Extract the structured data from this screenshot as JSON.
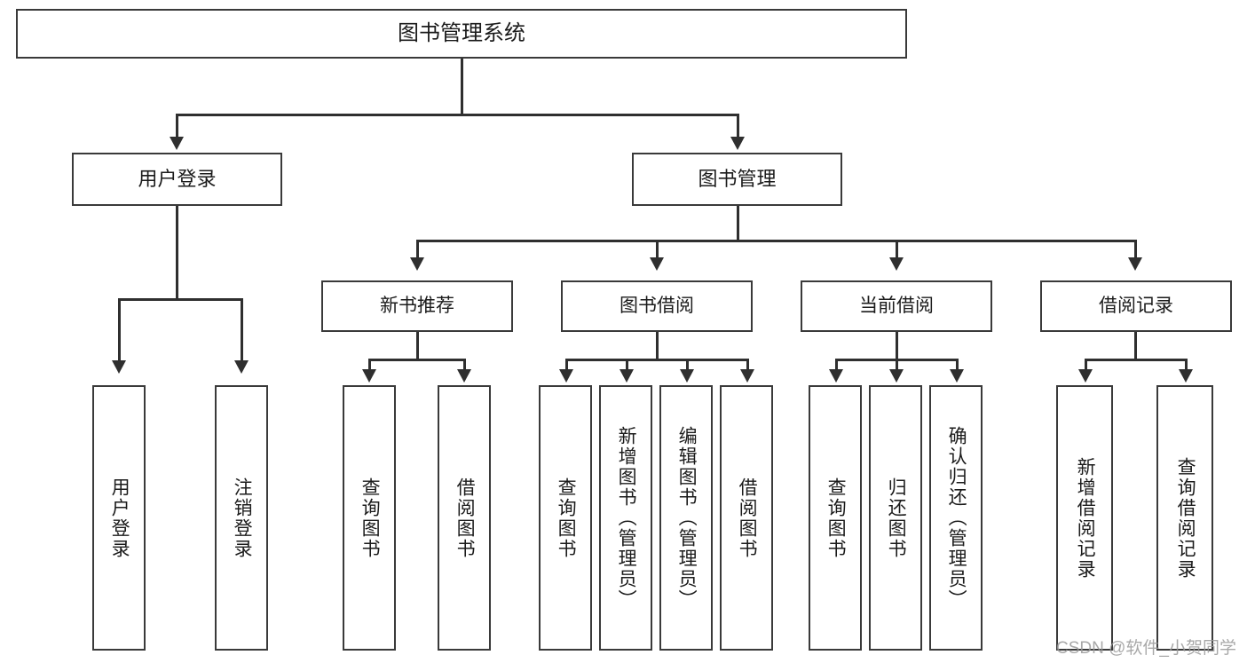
{
  "diagram": {
    "type": "tree",
    "title": "图书管理系统",
    "root": {
      "label": "图书管理系统"
    },
    "level2": [
      {
        "label": "用户登录"
      },
      {
        "label": "图书管理"
      }
    ],
    "level3": [
      {
        "label": "新书推荐"
      },
      {
        "label": "图书借阅"
      },
      {
        "label": "当前借阅"
      },
      {
        "label": "借阅记录"
      }
    ],
    "leaves": {
      "user_login": [
        {
          "label": "用户登录"
        },
        {
          "label": "注销登录"
        }
      ],
      "new_book_recommend": [
        {
          "label": "查询图书"
        },
        {
          "label": "借阅图书"
        }
      ],
      "book_borrow": [
        {
          "label": "查询图书"
        },
        {
          "label": "新增图书（管理员）"
        },
        {
          "label": "编辑图书（管理员）"
        },
        {
          "label": "借阅图书"
        }
      ],
      "current_borrow": [
        {
          "label": "查询图书"
        },
        {
          "label": "归还图书"
        },
        {
          "label": "确认归还（管理员）"
        }
      ],
      "borrow_record": [
        {
          "label": "新增借阅记录"
        },
        {
          "label": "查询借阅记录"
        }
      ]
    }
  },
  "watermark": {
    "text": "CSDN @软件_小贺同学"
  },
  "colors": {
    "border": "#3a3a3a",
    "line": "#2f2f2f",
    "background": "#ffffff",
    "text": "#1b1b1b",
    "watermark": "#9a9a9a"
  }
}
